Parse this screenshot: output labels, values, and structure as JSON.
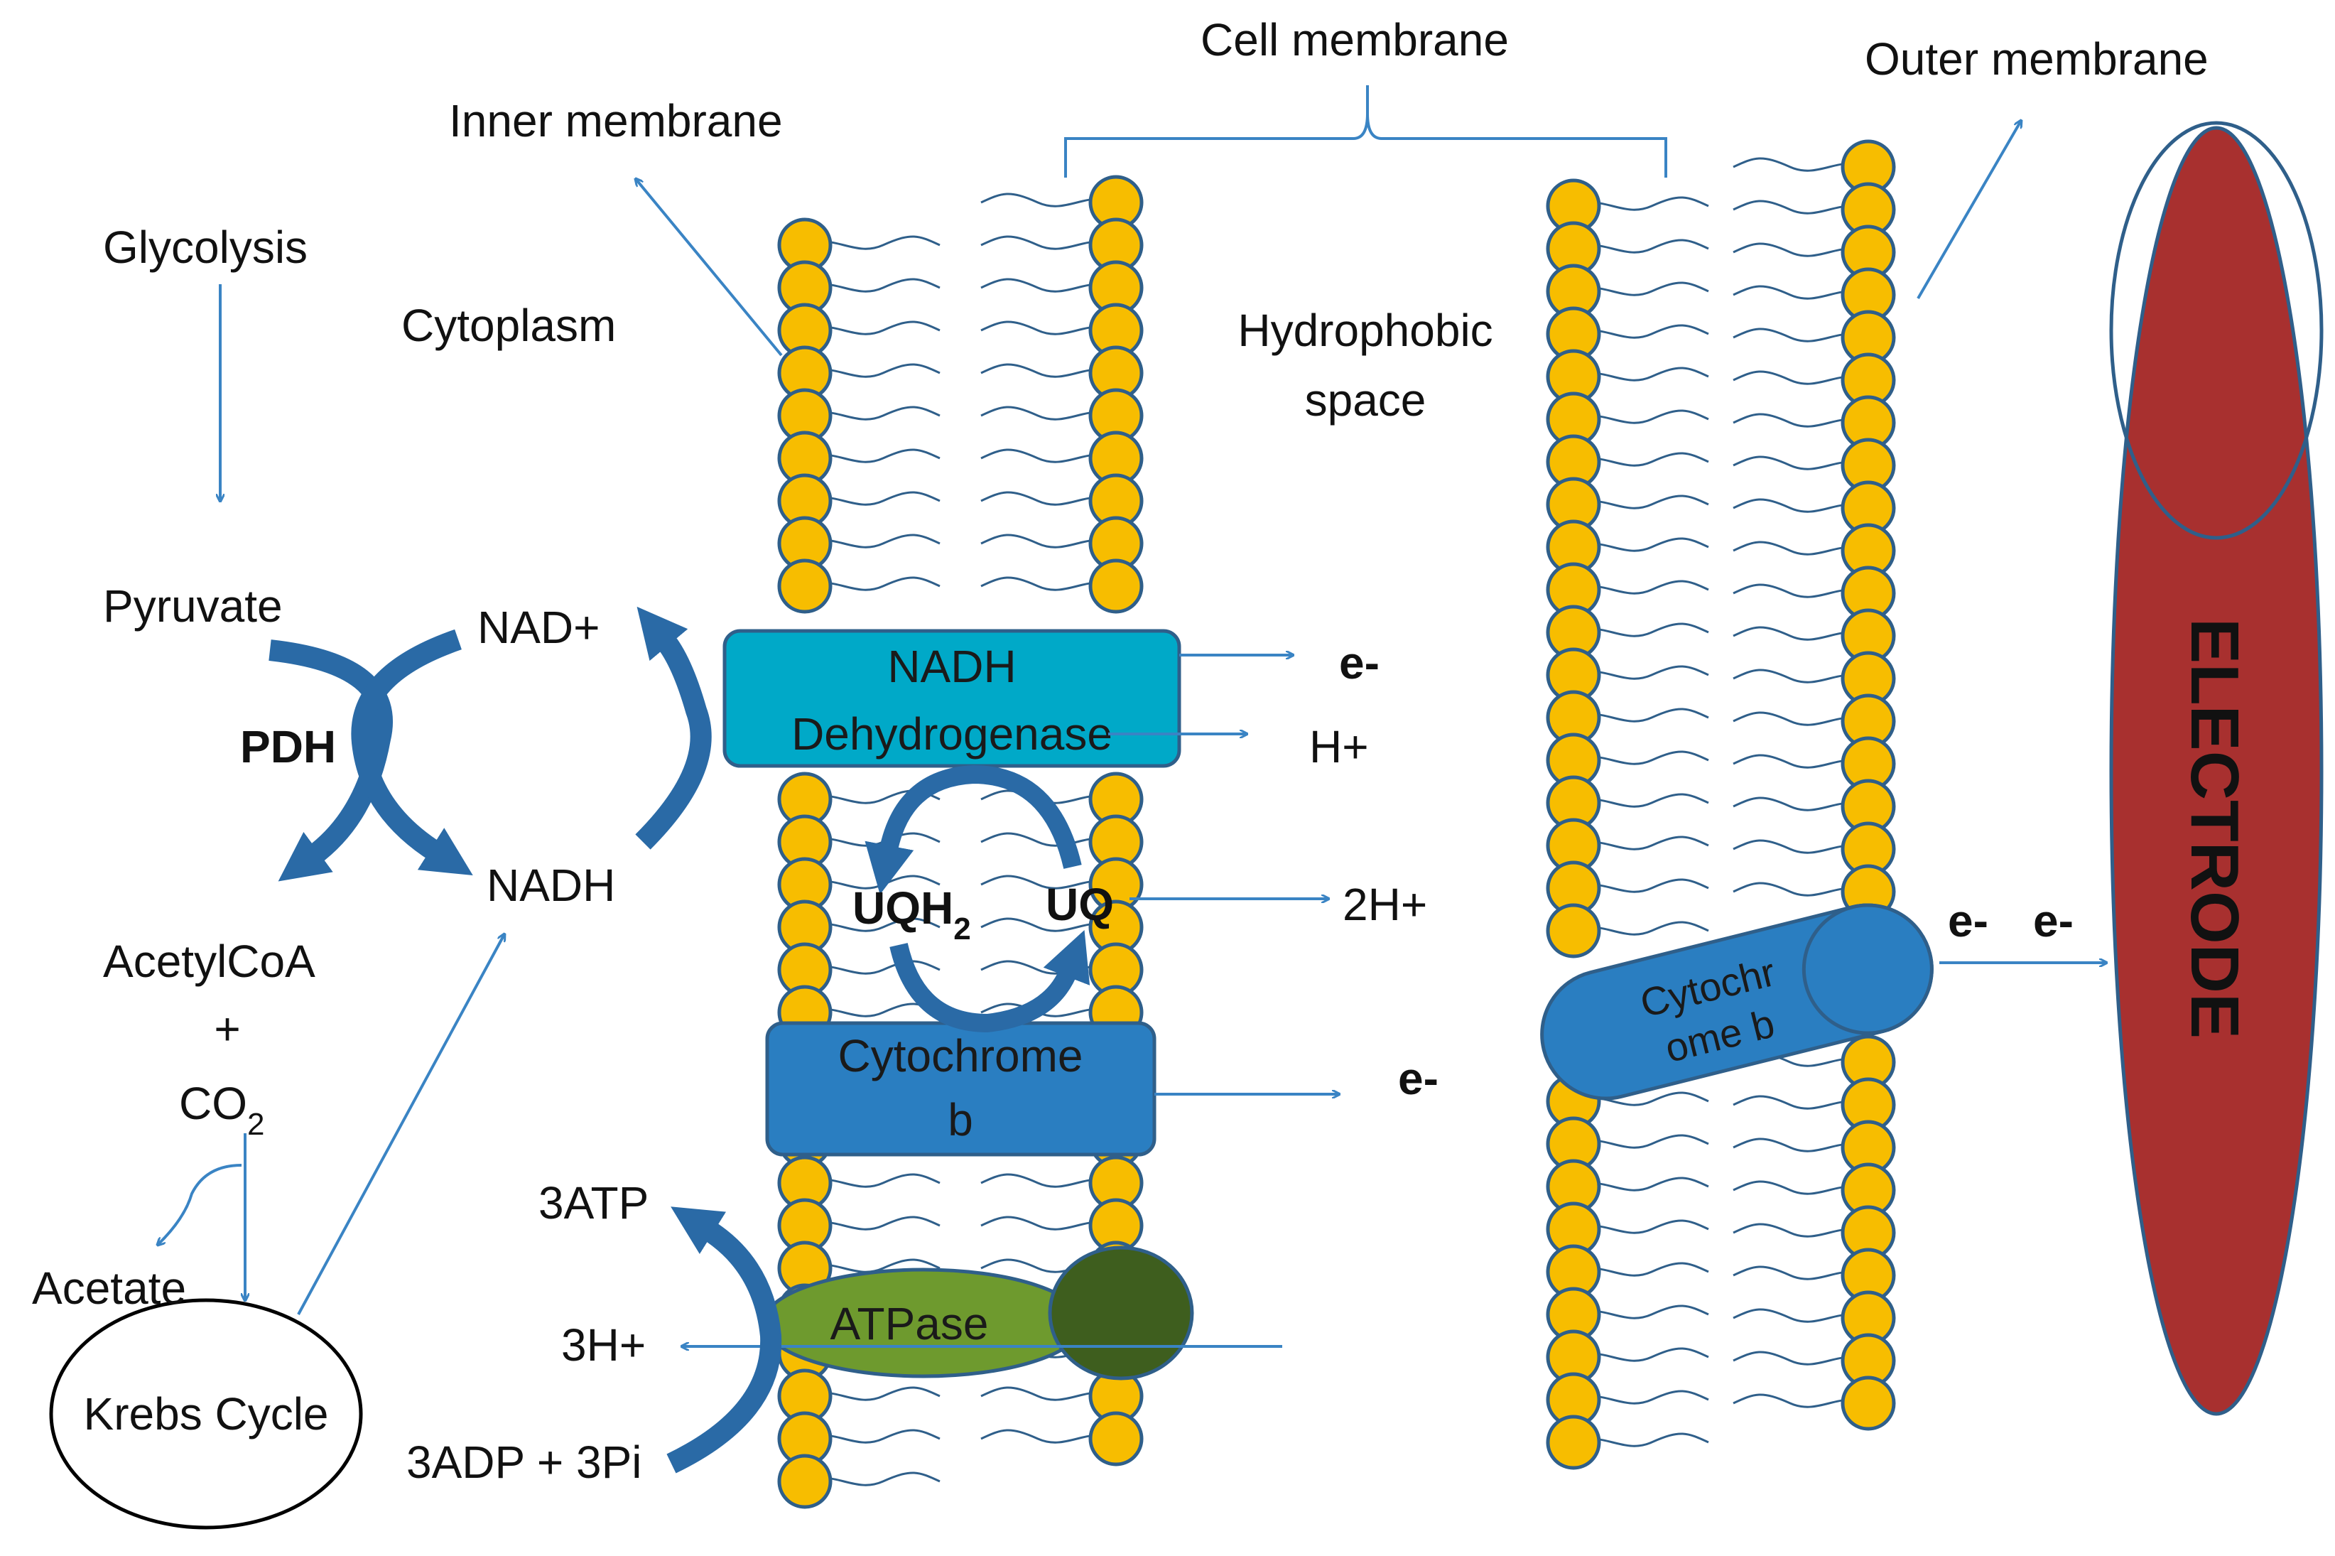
{
  "labels": {
    "cell_membrane": "Cell membrane",
    "outer_membrane": "Outer membrane",
    "inner_membrane": "Inner membrane",
    "glycolysis": "Glycolysis",
    "cytoplasm": "Cytoplasm",
    "hydrophobic_space_line1": "Hydrophobic",
    "hydrophobic_space_line2": "space",
    "pyruvate": "Pyruvate",
    "pdh": "PDH",
    "nad_plus": "NAD+",
    "nadh": "NADH",
    "acetylcoa": "AcetylCoA",
    "plus": "+",
    "co2_base": "CO",
    "co2_sub": "2",
    "acetate": "Acetate",
    "krebs_cycle": "Krebs Cycle",
    "e_minus_1": "e-",
    "h_plus": "H+",
    "uqh2_base": "UQH",
    "uqh2_sub": "2",
    "uq": "UQ",
    "two_h_plus": "2H+",
    "e_minus_2": "e-",
    "three_atp": "3ATP",
    "three_h_plus": "3H+",
    "three_adp_pi": "3ADP + 3Pi",
    "e_minus_3": "e-",
    "e_minus_4": "e-",
    "electrode": "ELECTRODE"
  },
  "complexes": {
    "nadh_dehydrogenase_line1": "NADH",
    "nadh_dehydrogenase_line2": "Dehydrogenase",
    "cytochrome_b_line1": "Cytochrome",
    "cytochrome_b_line2": "b",
    "atpase": "ATPase",
    "outer_cytochrome_line1": "Cytochr",
    "outer_cytochrome_line2": "ome b"
  },
  "colors": {
    "lipid_head": "#f7bd00",
    "lipid_outline": "#2f5f8a",
    "nadh_dehydrogenase": "#00a9c8",
    "cytochrome_b": "#2a7ec1",
    "atpase_body": "#6e9a2e",
    "atpase_head": "#3e5e1e",
    "electrode": "#a8302f",
    "arrow": "#3a84c4",
    "thick_arrow": "#2a6aa6"
  }
}
